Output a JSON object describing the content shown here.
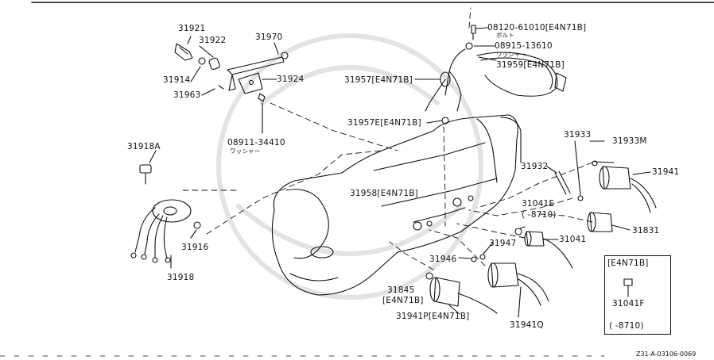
{
  "labels": {
    "p31921": "31921",
    "p31922": "31922",
    "p31970": "31970",
    "p31914": "31914",
    "p31924": "31924",
    "p31963": "31963",
    "p08911": "08911-34410",
    "p08911_sub": "ワッシャー",
    "p31918A": "31918A",
    "p31916": "31916",
    "p31918": "31918",
    "p08120": "08120-61010[E4N71B]",
    "p08120_sub": "ボルト",
    "p08915": "08915-13610",
    "p08915_sub": "ワッシャー",
    "p31959": "31959[E4N71B]",
    "p31957": "31957[E4N71B]",
    "p31957E": "31957E[E4N71B]",
    "p31933": "31933",
    "p31933M": "31933M",
    "p31932": "31932",
    "p31941": "31941",
    "p31958": "31958[E4N71B]",
    "p31041E": "31041E",
    "p31041E_range": "(     -8710)",
    "p31831": "31831",
    "p31947": "31947",
    "p31041": "31041",
    "p31946": "31946",
    "p31845": "31845",
    "p31845_var": "[E4N71B]",
    "p31941P": "31941P[E4N71B]",
    "p31941Q": "31941Q",
    "inset_title": "[E4N71B]",
    "inset_part": "31041F",
    "inset_range": "(     -8710)"
  },
  "diagram_code": "Z31-A-03106-0069"
}
